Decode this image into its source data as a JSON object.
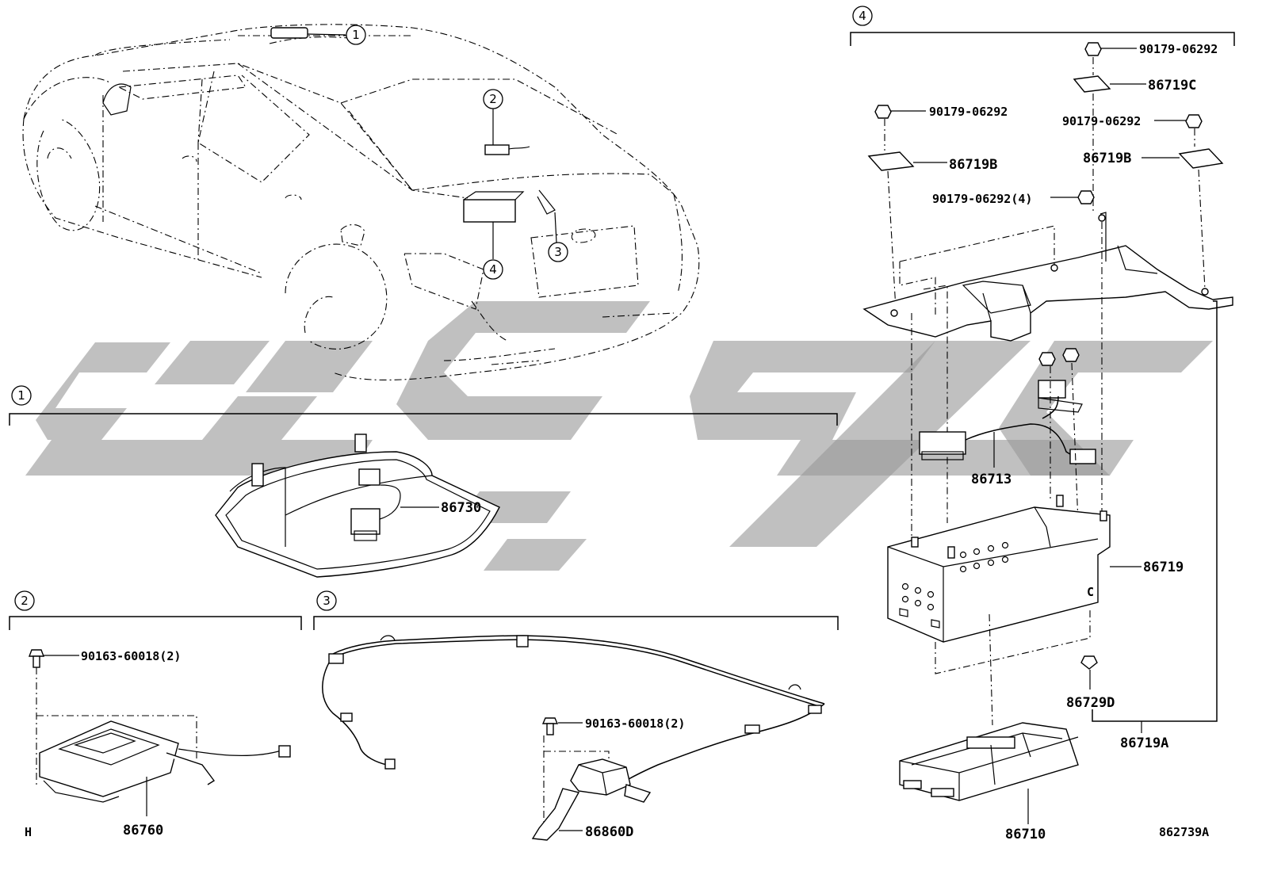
{
  "diagram": {
    "callouts": {
      "c1": "1",
      "c2": "2",
      "c3": "3",
      "c4": "4"
    },
    "section_markers": {
      "s1": "1",
      "s2": "2",
      "s3": "3",
      "s4": "4"
    },
    "parts": {
      "p86730": "86730",
      "p86760": "86760",
      "p90163_a": "90163-60018(2)",
      "p90163_b": "90163-60018(2)",
      "p86860D": "86860D",
      "p90179_a": "90179-06292",
      "p86719C": "86719C",
      "p90179_b": "90179-06292",
      "p86719B_a": "86719B",
      "p90179_c": "90179-06292",
      "p86719B_b": "86719B",
      "p90179_4": "90179-06292(4)",
      "p86713": "86713",
      "p86719": "86719",
      "p86729D": "86729D",
      "p86719A": "86719A",
      "p86710": "86710"
    },
    "small_c": "C",
    "corner_h": "H",
    "figure_code": "862739A"
  }
}
